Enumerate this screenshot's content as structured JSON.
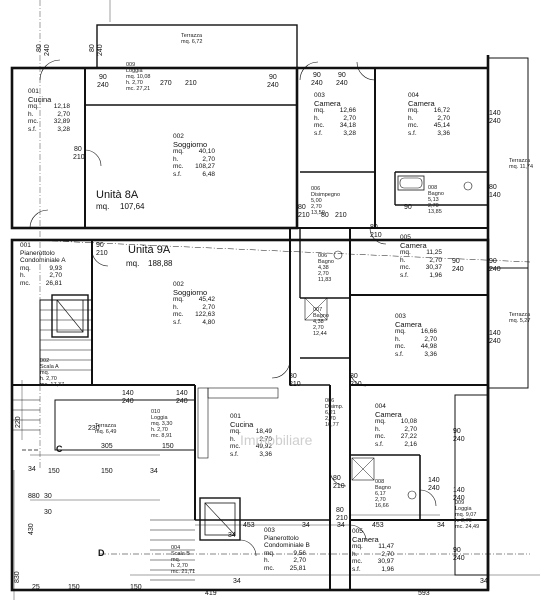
{
  "units": [
    {
      "title": "Unità 8A",
      "mq_label": "mq.",
      "mq": "107,64"
    },
    {
      "title": "Unità 9A",
      "mq_label": "mq.",
      "mq": "188,88"
    }
  ],
  "rooms": {
    "r001a": {
      "num": "001",
      "name": "Cucina",
      "mq": "12,18",
      "h": "2,70",
      "mc": "32,89",
      "sf": "3,28"
    },
    "r002a": {
      "num": "002",
      "name": "Soggiorno",
      "mq": "40,10",
      "h": "2,70",
      "mc": "108,27",
      "sf": "6,48"
    },
    "r003a": {
      "num": "003",
      "name": "Camera",
      "mq": "12,66",
      "h": "2,70",
      "mc": "34,18",
      "sf": "3,28"
    },
    "r004a": {
      "num": "004",
      "name": "Camera",
      "mq": "16,72",
      "h": "2,70",
      "mc": "45,14",
      "sf": "3,36"
    },
    "r002b": {
      "num": "002",
      "name": "Soggiorno",
      "mq": "45,42",
      "h": "2,70",
      "mc": "122,63",
      "sf": "4,80"
    },
    "r005b": {
      "num": "005",
      "name": "Camera",
      "mq": "11,25",
      "h": "2,70",
      "mc": "30,37",
      "sf": "1,96"
    },
    "r003b": {
      "num": "003",
      "name": "Camera",
      "mq": "16,66",
      "h": "2,70",
      "mc": "44,98",
      "sf": "3,36"
    },
    "r001b": {
      "num": "001",
      "name": "Cucina",
      "mq": "18,49",
      "h": "2,70",
      "mc": "49,92",
      "sf": "3,36"
    },
    "r004b": {
      "num": "004",
      "name": "Camera",
      "mq": "10,08",
      "h": "2,70",
      "mc": "27,22",
      "sf": "2,16"
    },
    "r005c": {
      "num": "005",
      "name": "Camera",
      "mq": "11,47",
      "h": "2,70",
      "mc": "30,97",
      "sf": "1,96"
    }
  },
  "keys": {
    "mq": "mq.",
    "h": "h.",
    "mc": "mc.",
    "sf": "s.f."
  },
  "small": {
    "terrazza_top": {
      "name": "Terrazza",
      "mq": "mq. 6,72"
    },
    "loggia_top": {
      "num": "009",
      "name": "Loggia",
      "mq": "mq. 10,08",
      "h": "h. 2,70",
      "mc": "mc. 27,21"
    },
    "terrazza_right": {
      "name": "Terrazza",
      "mq": "mq. 11,74"
    },
    "disimpegno": {
      "num": "006",
      "name": "Disimpegno",
      "mq": "5,00",
      "h": "2,70",
      "mc": "13,50"
    },
    "bagno_top": {
      "num": "008",
      "name": "Bagno",
      "mq": "5,13",
      "h": "2,70",
      "mc": "13,85"
    },
    "bagno_b1": {
      "num": "006",
      "name": "Bagno",
      "mq": "4,38",
      "h": "2,70",
      "mc": "11,83"
    },
    "bagno_b2": {
      "num": "007",
      "name": "Bagno",
      "mq": "4,38",
      "h": "2,70",
      "mc": "12,44"
    },
    "pian_a": {
      "num": "001",
      "name": "Pianerottolo",
      "name2": "Condominiale A",
      "mq": "9,93",
      "h": "2,70",
      "mc": "26,81"
    },
    "scala_a": {
      "num": "002",
      "name": "Scala A",
      "mq": "mq.",
      "h": "h. 2,70",
      "mc": "mc. 17,37"
    },
    "terrazza_b": {
      "name": "Terrazza",
      "mq": "mq. 6,49"
    },
    "loggia_b": {
      "num": "010",
      "name": "Loggia",
      "mq": "mq. 3,30",
      "h": "h. 2,70",
      "mc": "mc. 8,91"
    },
    "terrazza_r2": {
      "name": "Terrazza",
      "mq": "mq. 5,27"
    },
    "disimp_b": {
      "num": "006",
      "name": "Disimp.",
      "mq": "6,21",
      "h": "2,70",
      "mc": "16,77"
    },
    "bagno_c": {
      "num": "008",
      "name": "Bagno",
      "mq": "6,17",
      "h": "2,70",
      "mc": "16,66"
    },
    "loggia_c": {
      "num": "009",
      "name": "Loggia",
      "mq": "mq. 9,07",
      "h": "h. 2,70",
      "mc": "mc. 24,49"
    },
    "pian_b": {
      "num": "003",
      "name": "Pianerottolo",
      "name2": "Condominiale B",
      "mq": "9,56",
      "h": "2,70",
      "mc": "25,81"
    },
    "scala_b": {
      "num": "004",
      "name": "Scala B",
      "mq": "mq.",
      "h": "h. 2,70",
      "mc": "mc. 21,71"
    }
  },
  "dims": {
    "d80a": "80",
    "d240a": "240",
    "d80b": "80",
    "d240b": "240",
    "d90a": "90",
    "d240c": "240",
    "d270a": "270",
    "d210a": "210",
    "d80c": "80",
    "d210b": "210",
    "d90b": "90",
    "d210c": "210",
    "d140a": "140",
    "d240d": "240",
    "d90c": "90",
    "d240e": "240",
    "d80d": "80",
    "d210d": "210",
    "d80e": "80",
    "d210e": "210",
    "d80f": "80",
    "d210f": "210",
    "d90d": "90",
    "d240f": "240",
    "d140b": "140",
    "d240g": "240",
    "d140c": "140",
    "d240h": "240",
    "d90e": "90",
    "d240i": "240",
    "d140d": "140",
    "d240j": "240",
    "d90f": "90",
    "d240k": "240",
    "d140e": "140",
    "d240l": "240",
    "d140f": "140",
    "d240m": "240",
    "d90g": "90",
    "d240n": "240",
    "d140g": "140",
    "d240o": "240",
    "d140h": "140",
    "d240p": "240",
    "d230": "230",
    "d305": "305",
    "d150a": "150",
    "d150b": "150",
    "d220": "220",
    "d34a": "34",
    "d150c": "150",
    "d34b": "34",
    "d880": "880",
    "d30a": "30",
    "d30b": "30",
    "d430": "430",
    "d453a": "453",
    "d453b": "453",
    "d34c": "34",
    "d34d": "34",
    "d34e": "34",
    "d34f": "34",
    "d34g": "34",
    "d34h": "34",
    "d830": "830",
    "d419": "419",
    "d593": "593",
    "d25": "25",
    "d150d": "150",
    "d150e": "150"
  },
  "sections": {
    "c": "C",
    "d": "D"
  },
  "watermark": "Immobiliare"
}
